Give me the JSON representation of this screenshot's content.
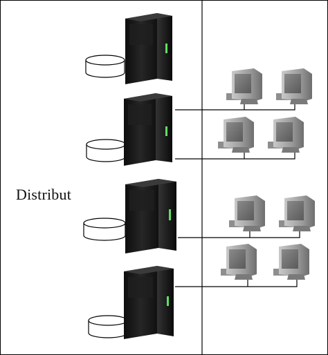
{
  "diagram": {
    "label": "Distribut",
    "servers": [
      {
        "id": "server-1",
        "storage": "disk-icon",
        "icon": "tower-server-icon",
        "led": "#5fe060"
      },
      {
        "id": "server-2",
        "storage": "disk-icon",
        "icon": "tower-server-icon",
        "led": "#5fe060"
      },
      {
        "id": "server-3",
        "storage": "disk-icon",
        "icon": "tower-server-icon",
        "led": "#5fe060"
      },
      {
        "id": "server-4",
        "storage": "disk-icon",
        "icon": "tower-server-icon",
        "led": "#5fe060"
      }
    ],
    "workstation_rows": [
      {
        "clients": 2,
        "icon": "computer-monitor-icon"
      },
      {
        "clients": 2,
        "icon": "computer-monitor-icon"
      },
      {
        "clients": 2,
        "icon": "computer-monitor-icon"
      },
      {
        "clients": 2,
        "icon": "computer-monitor-icon"
      }
    ],
    "colors": {
      "line": "#000000",
      "server_body": "#1a1a1a",
      "monitor": "#a9a9a9",
      "disk_fill": "#ffffff"
    }
  }
}
